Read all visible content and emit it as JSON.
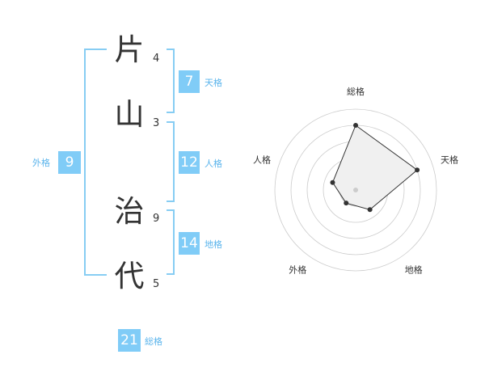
{
  "name": {
    "characters": [
      {
        "char": "片",
        "strokes": "4"
      },
      {
        "char": "山",
        "strokes": "3"
      },
      {
        "char": "治",
        "strokes": "9"
      },
      {
        "char": "代",
        "strokes": "5"
      }
    ]
  },
  "fortunes": {
    "tenkaku": {
      "value": "7",
      "label": "天格"
    },
    "jinkaku": {
      "value": "12",
      "label": "人格"
    },
    "chikaku": {
      "value": "14",
      "label": "地格"
    },
    "gaikaku": {
      "value": "9",
      "label": "外格"
    },
    "soukaku": {
      "value": "21",
      "label": "総格"
    }
  },
  "chart_data": {
    "type": "radar",
    "axes": [
      "総格",
      "天格",
      "地格",
      "外格",
      "人格"
    ],
    "values": [
      4,
      4,
      1.5,
      1,
      1.5
    ],
    "max": 5,
    "rings": 5,
    "colors": {
      "fill": "#f0f0f0",
      "line": "#333333",
      "grid": "#cccccc",
      "point": "#333333",
      "center": "#cccccc"
    }
  }
}
